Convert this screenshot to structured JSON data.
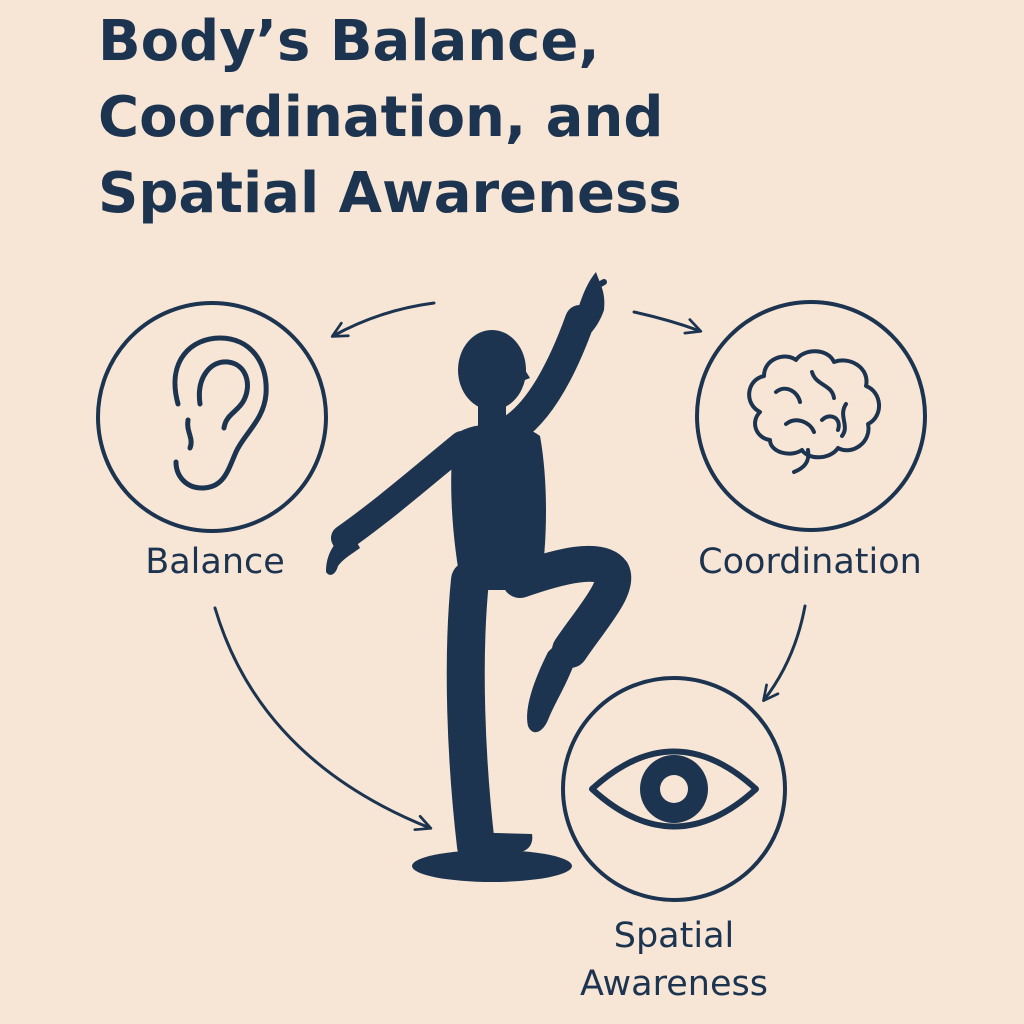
{
  "title": {
    "line1": "Body’s Balance,",
    "line2": "Coordination, and",
    "line3": "Spatial Awareness"
  },
  "nodes": [
    {
      "id": "balance",
      "label": "Balance",
      "icon": "ear-icon"
    },
    {
      "id": "coordination",
      "label": "Coordination",
      "icon": "brain-icon"
    },
    {
      "id": "spatial",
      "label_line1": "Spatial",
      "label_line2": "Awareness",
      "icon": "eye-icon"
    }
  ],
  "center_figure": "person-balancing-on-one-leg-icon",
  "colors": {
    "background": "#f7e6d6",
    "ink": "#1c3450"
  }
}
